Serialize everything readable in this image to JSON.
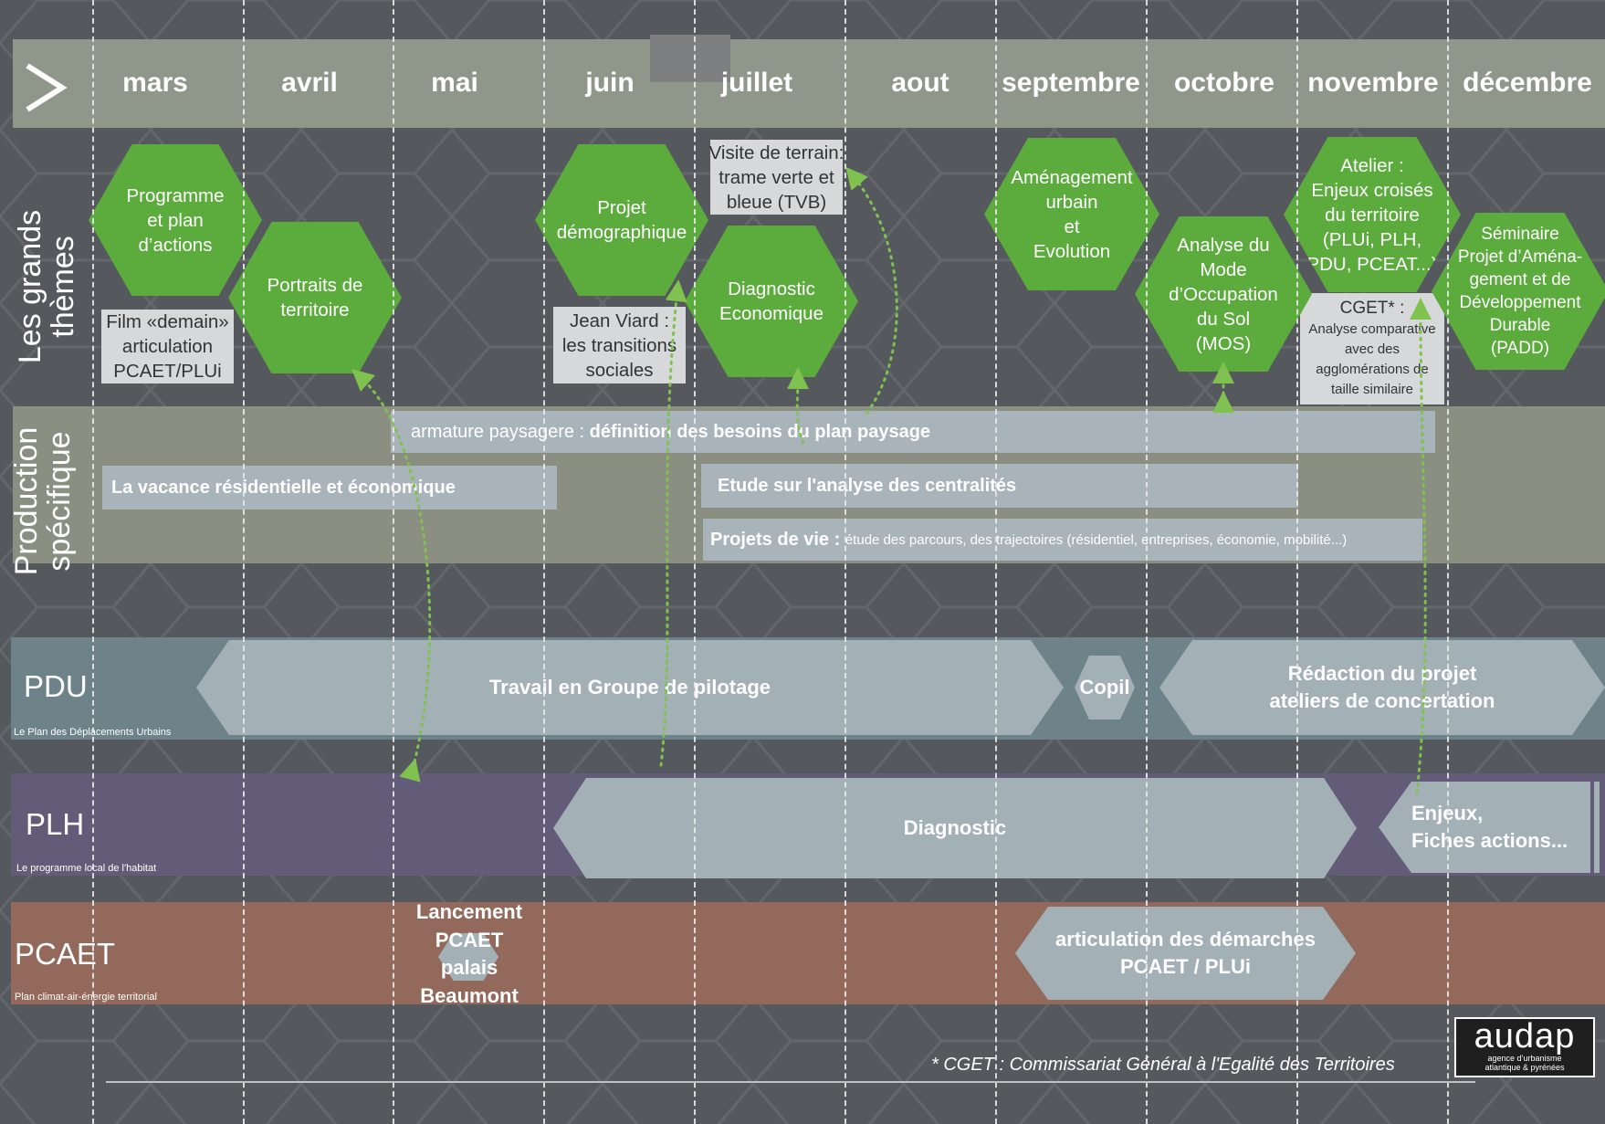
{
  "months": [
    "mars",
    "avril",
    "mai",
    "juin",
    "juillet",
    "aout",
    "septembre",
    "octobre",
    "novembre",
    "décembre"
  ],
  "header": {
    "chevron": ">"
  },
  "sections": {
    "themes": "Les grands\nthèmes",
    "production": "Production\nspécifique"
  },
  "themes": {
    "programme": "Programme\net plan\nd’actions",
    "portraits": "Portraits de\nterritoire",
    "projet_demo": "Projet\ndémographique",
    "diagnostic_eco": "Diagnostic\nEconomique",
    "amenagement": "Aménagement\nurbain\net\nEvolution",
    "mos": "Analyse du\nMode\nd’Occupation\ndu Sol\n(MOS)",
    "atelier": "Atelier :\nEnjeux croisés\ndu territoire\n(PLUi, PLH,\nPDU, PCEAT...)",
    "seminaire": "Séminaire\nProjet d’Aména-\ngement et de\nDéveloppement\nDurable\n(PADD)"
  },
  "notes": {
    "film": "Film «demain»\narticulation\nPCAET/PLUi",
    "viard": "Jean Viard :\nles transitions\nsociales",
    "visite": "Visite de terrain:\ntrame verte et\nbleue (TVB)",
    "cget_title": "CGET* :",
    "cget_body": "Analyse comparative\navec des\nagglomérations de\ntaille similaire"
  },
  "production": {
    "armature_prefix": "armature paysagere : ",
    "armature_bold": "définition des besoins du plan paysage",
    "vacance": "La vacance résidentielle et économique",
    "centralites": "Etude sur l'analyse des centralités",
    "projets_bold": "Projets de vie : ",
    "projets_rest": "étude des parcours, des trajectoires (résidentiel, entreprises, économie, mobilité...)"
  },
  "rows": {
    "pdu": {
      "title": "PDU",
      "subtitle": "Le Plan des Déplacements Urbains",
      "groupe": "Travail en Groupe de pilotage",
      "copil": "Copil",
      "redaction": "Rédaction du projet\nateliers de concertation"
    },
    "plh": {
      "title": "PLH",
      "subtitle": "Le programme local de l'habitat",
      "diagnostic": "Diagnostic",
      "enjeux": "Enjeux,\nFiches actions..."
    },
    "pcaet": {
      "title": "PCAET",
      "subtitle": "Plan climat-air-énergie territorial",
      "lancement": "Lancement\nPCAET\npalais\nBeaumont",
      "articulation": "articulation des démarches\nPCAET / PLUi"
    }
  },
  "footer": {
    "footnote": "* CGET : Commissariat Général à l'Egalité des Territoires",
    "logo": "audap",
    "logo_sub": "agence d’urbanisme\natlantique & pyrénées"
  },
  "colors": {
    "background": "#55585c",
    "header_band": "#8f968a",
    "green": "#5cab3d",
    "production_band": "#8a8f82",
    "pdu_band": "#6d8289",
    "plh_band": "#635c78",
    "pcaet_band": "#93695c",
    "bar": "#a3b0b5"
  }
}
